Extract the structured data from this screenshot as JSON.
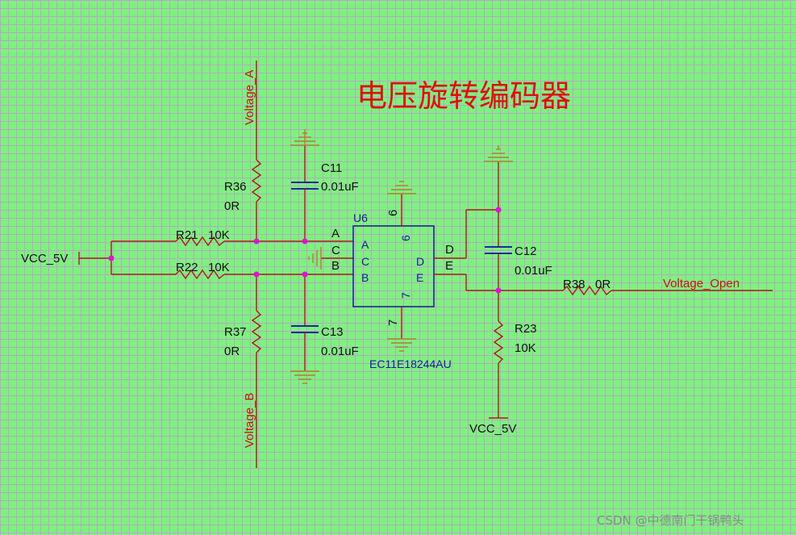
{
  "title": "电压旋转编码器",
  "watermark": "CSDN @中德南门干锅鸭头",
  "nets": {
    "vcc_left": "VCC_5V",
    "vcc_bottom": "VCC_5V",
    "voltage_a": "Voltage_A",
    "voltage_b": "Voltage_B",
    "voltage_open": "Voltage_Open"
  },
  "resistors": {
    "r36": {
      "ref": "R36",
      "value": "0R"
    },
    "r37": {
      "ref": "R37",
      "value": "0R"
    },
    "r21": {
      "ref": "R21",
      "value": "10K"
    },
    "r22": {
      "ref": "R22",
      "value": "10K"
    },
    "r23": {
      "ref": "R23",
      "value": "10K"
    },
    "r38": {
      "ref": "R38",
      "value": "0R"
    }
  },
  "capacitors": {
    "c11": {
      "ref": "C11",
      "value": "0.01uF"
    },
    "c12": {
      "ref": "C12",
      "value": "0.01uF"
    },
    "c13": {
      "ref": "C13",
      "value": "0.01uF"
    }
  },
  "encoder": {
    "ref": "U6",
    "part": "EC11E18244AU",
    "outer_pins": {
      "a": "A",
      "c": "C",
      "b": "B",
      "d": "D",
      "e": "E",
      "six": "6",
      "seven": "7"
    },
    "inner_pins": {
      "a": "A",
      "c": "C",
      "b": "B",
      "d": "D",
      "e": "E",
      "six": "6",
      "seven": "7"
    }
  },
  "colors": {
    "background": "#7df27d",
    "grid": "#b9a6c8",
    "wire": "#b01818",
    "net_label": "#cc1111",
    "component_text": "#1a1aa0",
    "junction": "#e012d8",
    "ground": "#b08030"
  }
}
